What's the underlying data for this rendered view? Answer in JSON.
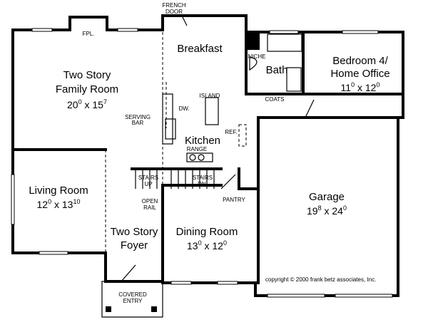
{
  "rooms": {
    "family": {
      "line1": "Two Story",
      "line2": "Family Room",
      "w_ft": "20",
      "w_in": "0",
      "l_ft": "15",
      "l_in": "7"
    },
    "living": {
      "line1": "Living Room",
      "w_ft": "12",
      "w_in": "0",
      "l_ft": "13",
      "l_in": "10"
    },
    "foyer": {
      "line1": "Two Story",
      "line2": "Foyer"
    },
    "dining": {
      "line1": "Dining Room",
      "w_ft": "13",
      "w_in": "0",
      "l_ft": "12",
      "l_in": "0"
    },
    "breakfast": {
      "line1": "Breakfast"
    },
    "kitchen": {
      "line1": "Kitchen"
    },
    "bath": {
      "line1": "Bath"
    },
    "bedroom": {
      "line1": "Bedroom 4/",
      "line2": "Home Office",
      "w_ft": "11",
      "w_in": "0",
      "l_ft": "12",
      "l_in": "0"
    },
    "garage": {
      "line1": "Garage",
      "w_ft": "19",
      "w_in": "8",
      "l_ft": "24",
      "l_in": "0"
    }
  },
  "labels": {
    "fpl": "FPL.",
    "french1": "FRENCH",
    "french2": "DOOR",
    "niche": "NICHE",
    "coats": "COATS",
    "island": "ISLAND",
    "dw": "DW.",
    "serving1": "SERVING",
    "serving2": "BAR",
    "range": "RANGE",
    "ref": "REF.",
    "stairs_up1": "STAIRS",
    "stairs_up2": "UP",
    "stairs_dn1": "STAIRS",
    "stairs_dn2": "DN.",
    "open1": "OPEN",
    "open2": "RAIL",
    "pantry": "PANTRY",
    "entry1": "COVERED",
    "entry2": "ENTRY",
    "x": "x"
  },
  "copyright": "copyright © 2000 frank betz associates, Inc."
}
